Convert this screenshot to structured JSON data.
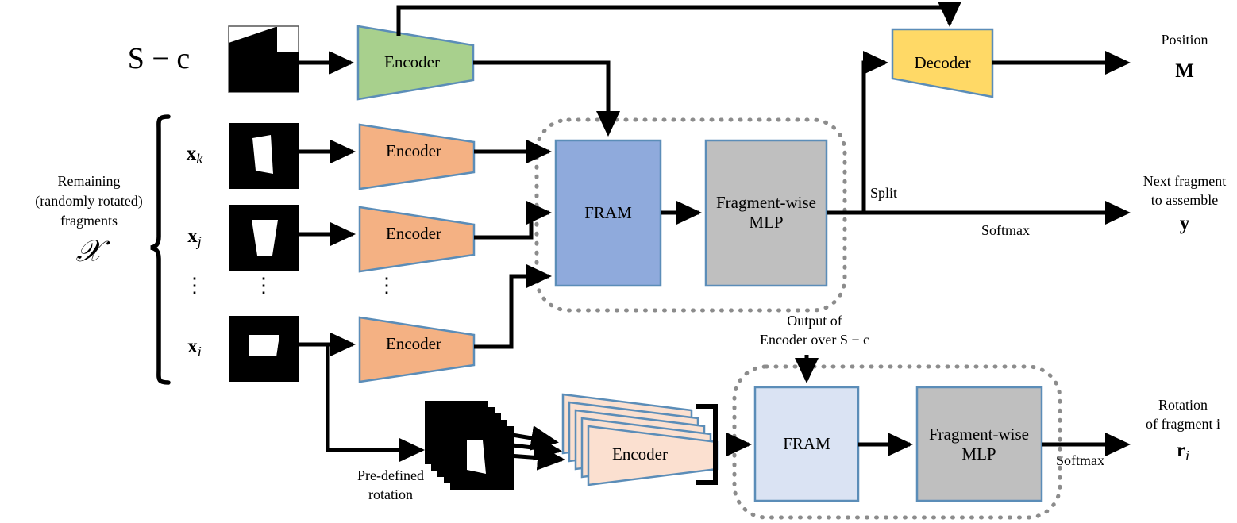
{
  "title": "Fragment assembly network architecture diagram",
  "inputs": {
    "context_label": "S − c",
    "context_label_plain": "S - c",
    "fragments_group_caption_line1": "Remaining",
    "fragments_group_caption_line2": "(randomly rotated)",
    "fragments_group_caption_line3": "fragments",
    "fragments_group_symbol": "𝒳",
    "fragments": [
      {
        "symbol": "x",
        "subscript": "k",
        "name": "fragment-xk"
      },
      {
        "symbol": "x",
        "subscript": "j",
        "name": "fragment-xj"
      },
      {
        "symbol": "x",
        "subscript": "i",
        "name": "fragment-xi"
      }
    ],
    "vertical_ellipsis": "⋮"
  },
  "encoders": {
    "context_encoder_label": "Encoder",
    "fragment_encoder_label": "Encoder",
    "rotation_encoder_label": "Encoder"
  },
  "blocks": {
    "fram_label": "FRAM",
    "mlp_label_line1": "Fragment-wise",
    "mlp_label_line2": "MLP",
    "decoder_label": "Decoder"
  },
  "annotations": {
    "split": "Split",
    "softmax_top": "Softmax",
    "softmax_bottom": "Softmax",
    "predefined_rotation_line1": "Pre-defined",
    "predefined_rotation_line2": "rotation",
    "encoder_output_line1": "Output of",
    "encoder_output_line2": "Encoder over S − c"
  },
  "outputs": {
    "position_caption": "Position",
    "position_symbol": "M",
    "next_fragment_line1": "Next fragment",
    "next_fragment_line2": "to assemble",
    "next_fragment_symbol": "y",
    "rotation_line1": "Rotation",
    "rotation_line2": "of fragment i",
    "rotation_symbol": "r",
    "rotation_symbol_sub": "i"
  },
  "colors": {
    "encoder_green": "#a8d08d",
    "encoder_orange": "#f4b183",
    "encoder_peach": "#fbe0d0",
    "decoder_yellow": "#ffd966",
    "fram_blue": "#8faadc",
    "fram_lightblue": "#dae3f3",
    "mlp_gray": "#bfbfbf",
    "block_stroke": "#5b8db8",
    "dotted_gray": "#8c8c8c",
    "line_black": "#000000",
    "fragment_bg": "#000000",
    "fragment_fg": "#ffffff"
  }
}
